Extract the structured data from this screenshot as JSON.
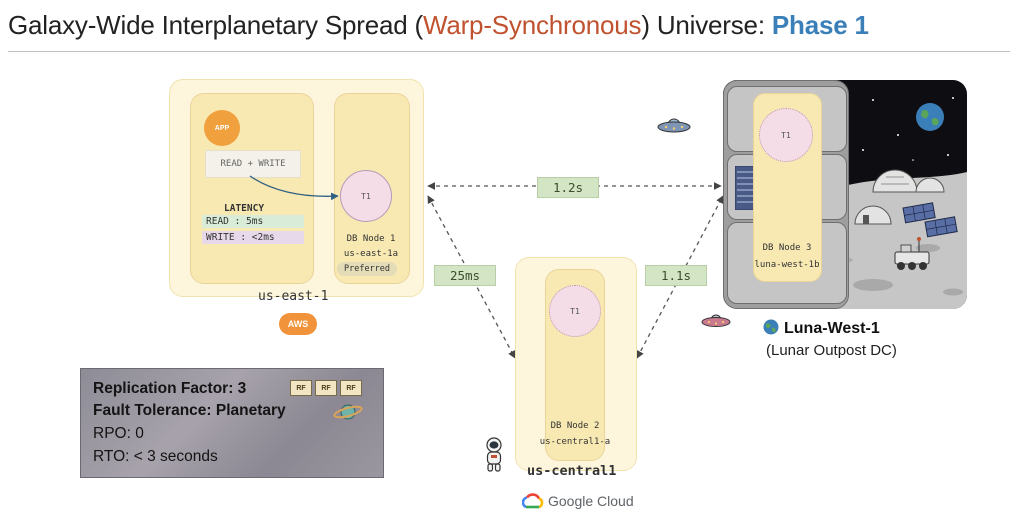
{
  "title": {
    "prefix": "Galaxy-Wide Interplanetary Spread (",
    "accent": "Warp-Synchronous",
    "middle": ") Universe: ",
    "phase": "Phase 1"
  },
  "east": {
    "app_label": "APP",
    "read_write": "READ + WRITE",
    "latency_title": "LATENCY",
    "latency_read": "READ  : 5ms",
    "latency_write": "WRITE : <2ms",
    "t1": "T1",
    "node_name": "DB Node 1",
    "node_zone": "us-east-1a",
    "preferred": "Preferred",
    "region": "us-east-1",
    "provider": "AWS"
  },
  "central": {
    "t1": "T1",
    "node_name": "DB Node 2",
    "node_zone": "us-central1-a",
    "region": "us-central1",
    "provider": "Google Cloud"
  },
  "luna": {
    "t1": "T1",
    "node_name": "DB Node 3",
    "node_zone": "luna-west-1b",
    "region": "Luna-West-1",
    "region_desc": "(Lunar Outpost DC)"
  },
  "links": {
    "east_luna": "1.2s",
    "east_central": "25ms",
    "central_luna": "1.1s"
  },
  "stats": {
    "replication": "Replication Factor: 3",
    "rf_chip": "RF",
    "fault": "Fault Tolerance: Planetary",
    "rpo": "RPO: 0",
    "rto": "RTO: < 3 seconds"
  },
  "colors": {
    "accent": "#c0522f",
    "phase": "#3b7fb9",
    "panel": "#f8e9b3",
    "badge": "#d4e5c6",
    "aws": "#f0933a"
  }
}
